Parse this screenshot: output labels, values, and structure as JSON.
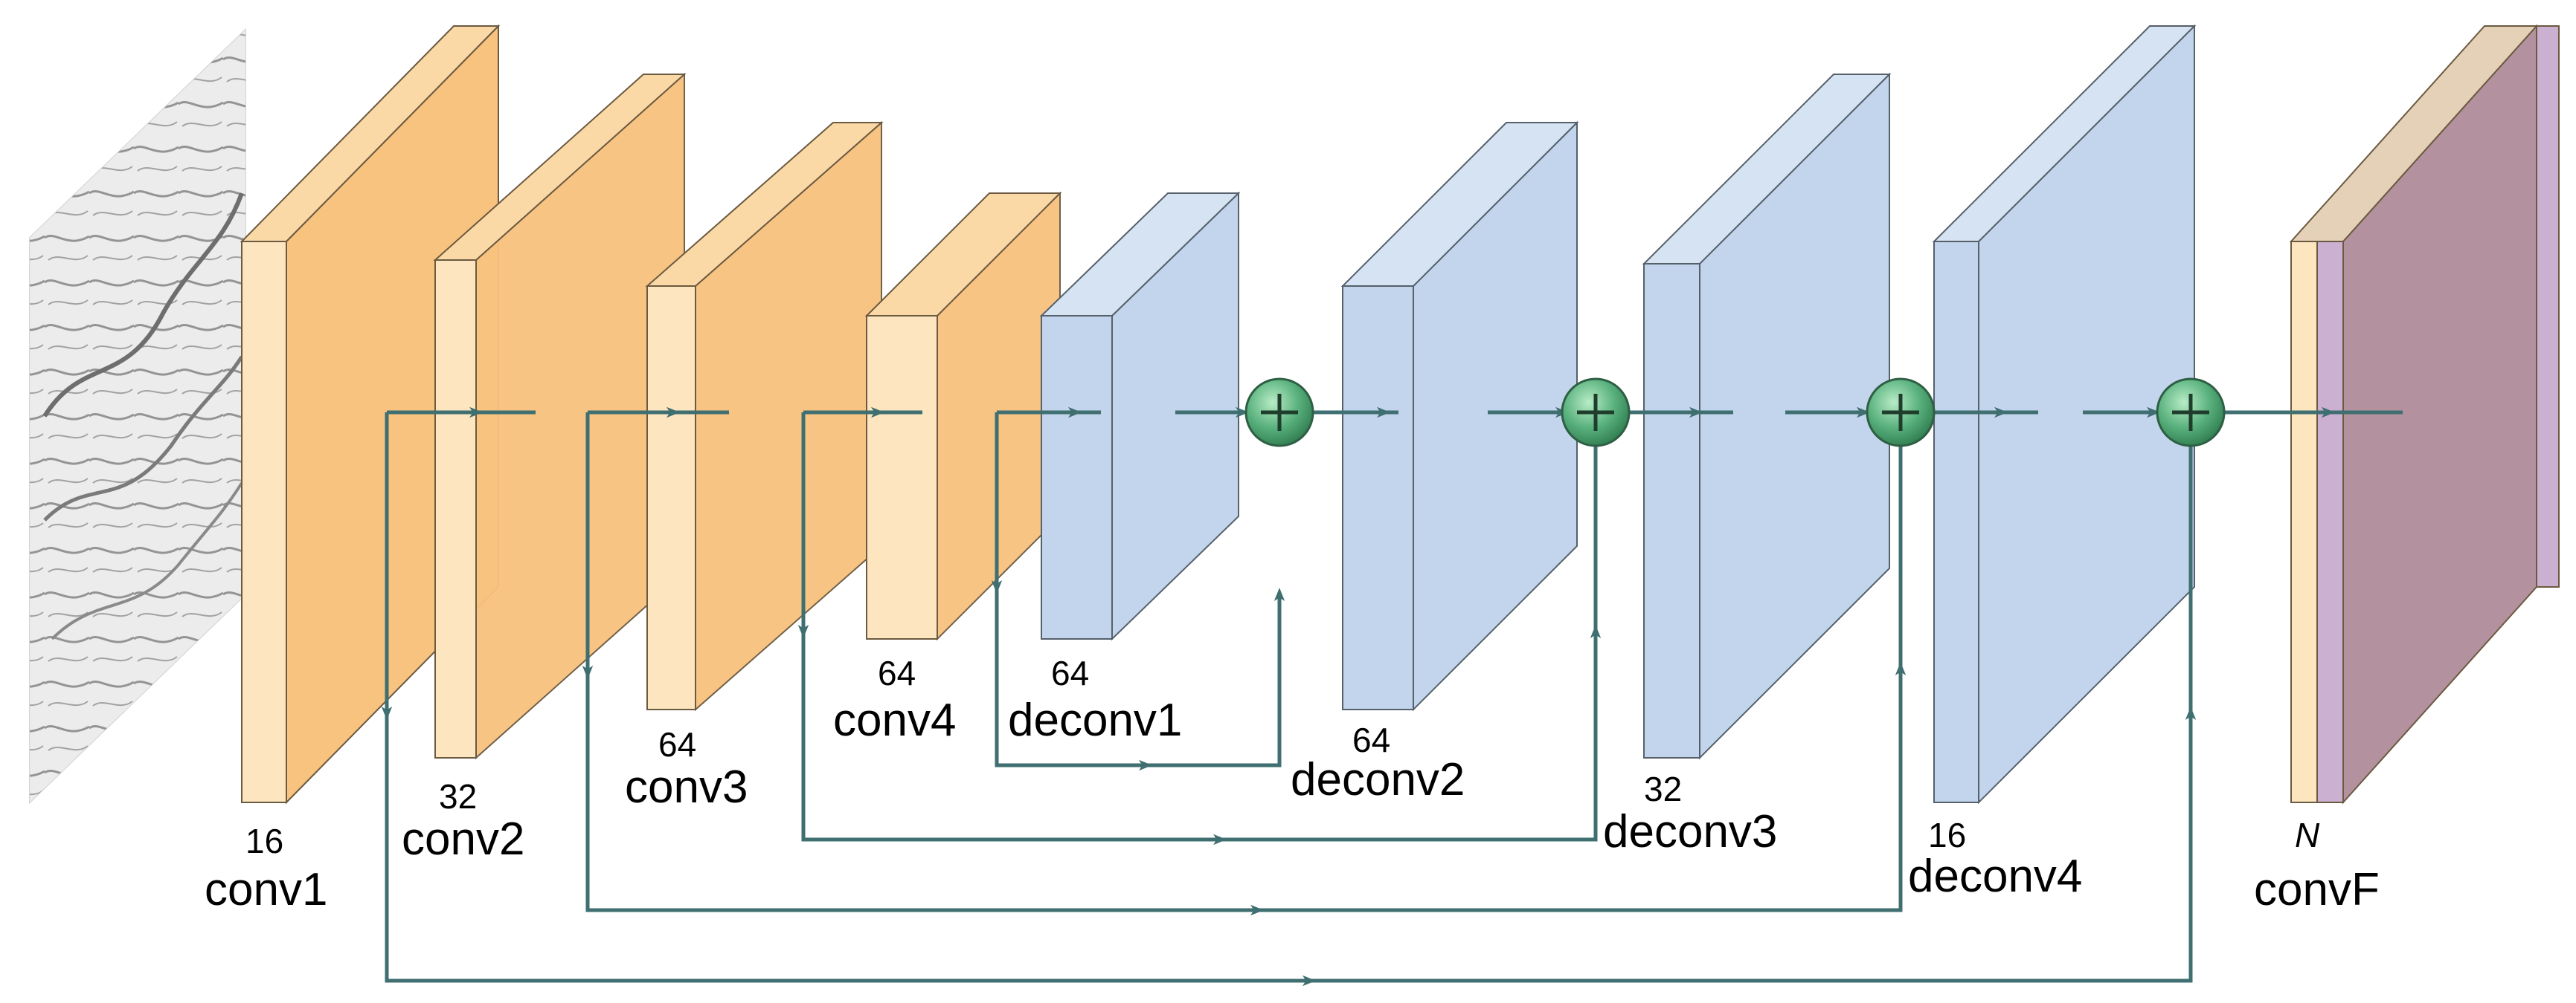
{
  "layers": [
    {
      "name": "conv1",
      "channels": "16"
    },
    {
      "name": "conv2",
      "channels": "32"
    },
    {
      "name": "conv3",
      "channels": "64"
    },
    {
      "name": "conv4",
      "channels": "64"
    },
    {
      "name": "deconv1",
      "channels": "64"
    },
    {
      "name": "deconv2",
      "channels": "64"
    },
    {
      "name": "deconv3",
      "channels": "32"
    },
    {
      "name": "deconv4",
      "channels": "16"
    },
    {
      "name": "convF",
      "channels": "N"
    }
  ],
  "colors": {
    "encoder_face": "#f8c27f",
    "encoder_edge_light": "#fde6bf",
    "decoder_face": "#c2d5ec",
    "output_face": "#b3919f",
    "output_edge": "#cbb0d2",
    "connection": "#3f6f71",
    "sum_node": "#59b17d"
  },
  "icons": {
    "input": "grayscale-micrograph-image",
    "sum": "plus-circle-icon"
  }
}
